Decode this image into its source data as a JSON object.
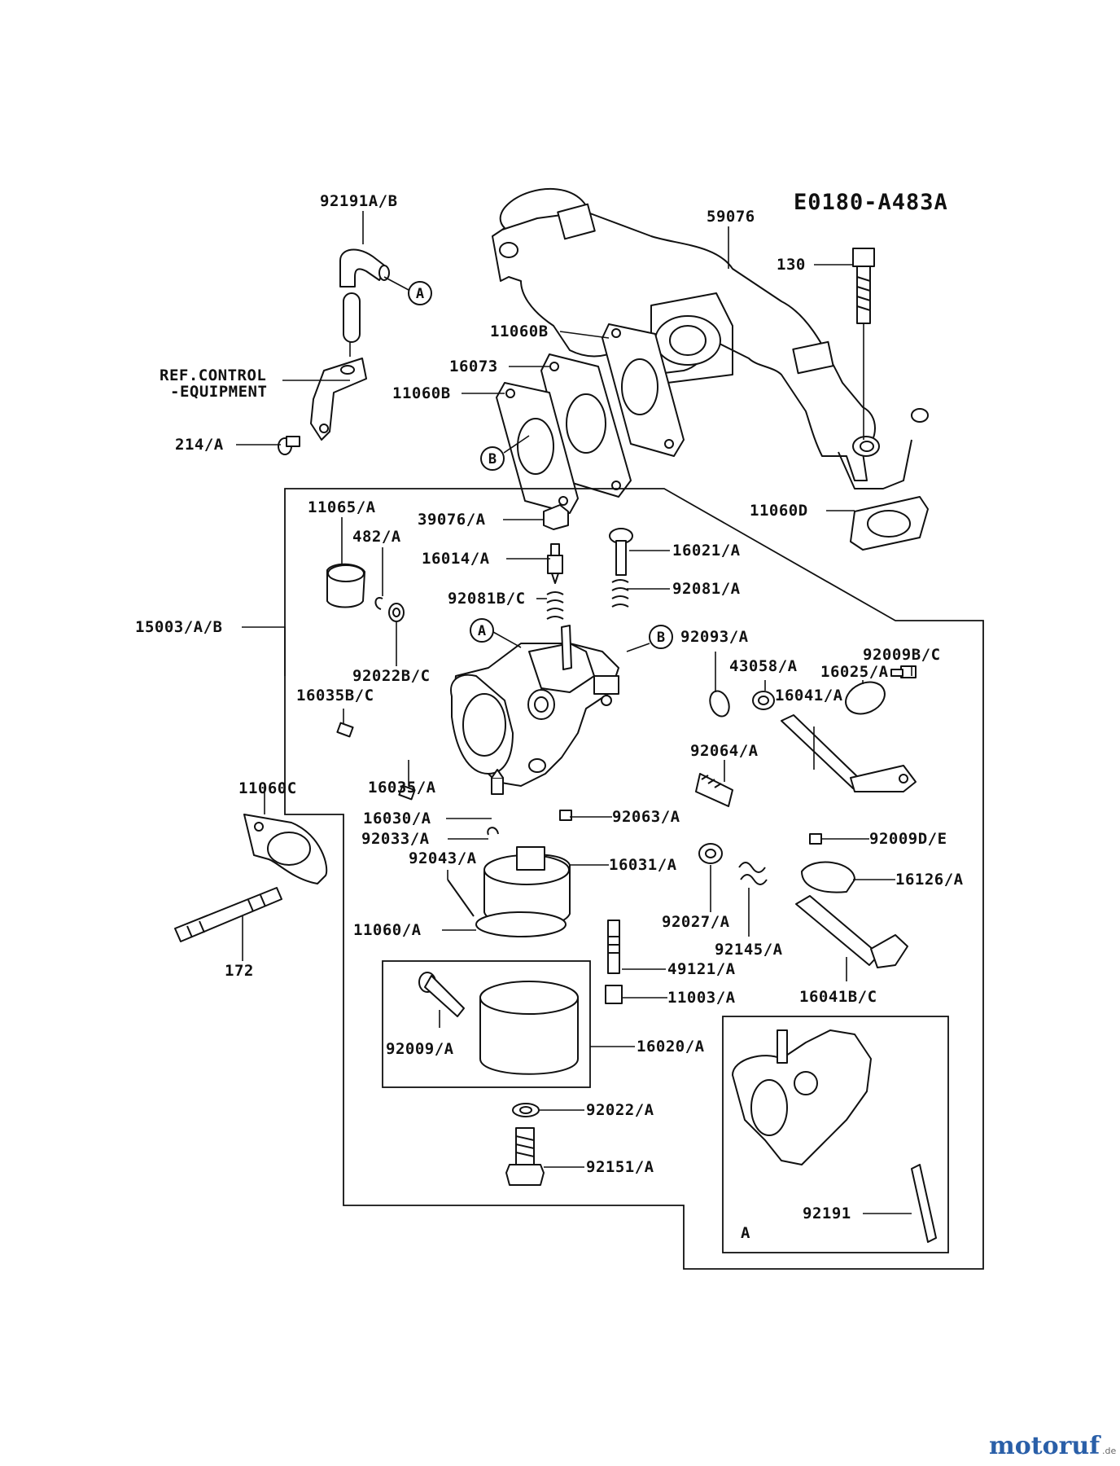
{
  "diagram_code": "E0180-A483A",
  "watermark": {
    "brand": "motoruf",
    "suffix": ".de",
    "brand_color": "#2a5fa8",
    "accent_color": "#e07a1a"
  },
  "labels": {
    "p92191ab": "92191A/B",
    "p59076": "59076",
    "p130": "130",
    "p11060b_top": "11060B",
    "p16073": "16073",
    "p11060b_bot": "11060B",
    "ref_control": "REF.CONTROL",
    "equipment": "-EQUIPMENT",
    "p214": "214/A",
    "p11060d": "11060D",
    "p11065": "11065/A",
    "p39076": "39076/A",
    "p482": "482/A",
    "p16014": "16014/A",
    "p16021": "16021/A",
    "p92081bc": "92081B/C",
    "p92081a": "92081/A",
    "p15003": "15003/A/B",
    "p92093": "92093/A",
    "p43058": "43058/A",
    "p92009bc": "92009B/C",
    "p16025": "16025/A",
    "p92022bc": "92022B/C",
    "p16041a": "16041/A",
    "p16035bc": "16035B/C",
    "p11060c": "11060C",
    "p16035a": "16035/A",
    "p92064": "92064/A",
    "p16030": "16030/A",
    "p92063": "92063/A",
    "p92033": "92033/A",
    "p92009de": "92009D/E",
    "p92043": "92043/A",
    "p16031": "16031/A",
    "p16126": "16126/A",
    "p11060a": "11060/A",
    "p92027": "92027/A",
    "p92145": "92145/A",
    "p172": "172",
    "p49121": "49121/A",
    "p11003": "11003/A",
    "p16041bc": "16041B/C",
    "p92009a": "92009/A",
    "p16020": "16020/A",
    "p92022a": "92022/A",
    "p92151": "92151/A",
    "p92191": "92191",
    "inset_a": "A"
  },
  "callouts": {
    "a1": "A",
    "b1": "B",
    "a2": "A",
    "b2": "B"
  }
}
